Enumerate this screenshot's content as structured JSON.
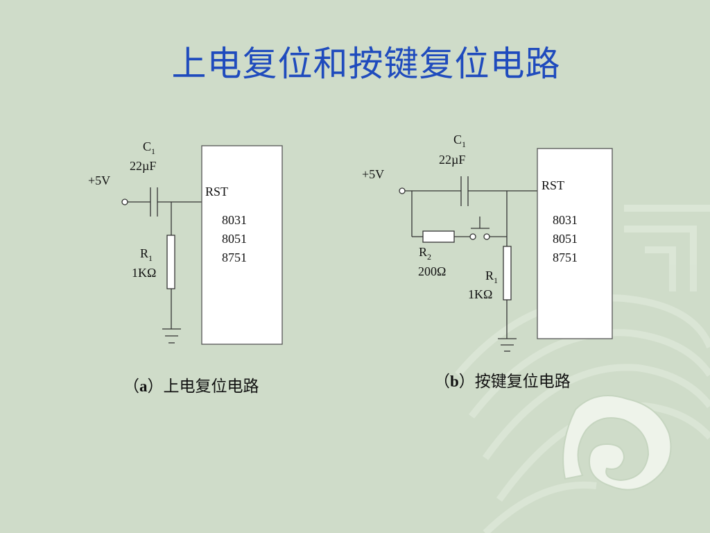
{
  "title": "上电复位和按键复位电路",
  "circuit_a": {
    "capacitor_name": "C",
    "capacitor_sub": "1",
    "capacitor_value": "22µF",
    "supply": "+5V",
    "resistor_name": "R",
    "resistor_sub": "1",
    "resistor_value": "1KΩ",
    "pin_label": "RST",
    "chips": [
      "8031",
      "8051",
      "8751"
    ],
    "caption_open": "（",
    "caption_letter": "a",
    "caption_text": "）上电复位电路"
  },
  "circuit_b": {
    "capacitor_name": "C",
    "capacitor_sub": "1",
    "capacitor_value": "22µF",
    "supply": "+5V",
    "r2_name": "R",
    "r2_sub": "2",
    "r2_value": "200Ω",
    "r1_name": "R",
    "r1_sub": "1",
    "r1_value": "1KΩ",
    "pin_label": "RST",
    "chips": [
      "8031",
      "8051",
      "8751"
    ],
    "caption_open": "（",
    "caption_letter": "b",
    "caption_text": "）按键复位电路"
  }
}
